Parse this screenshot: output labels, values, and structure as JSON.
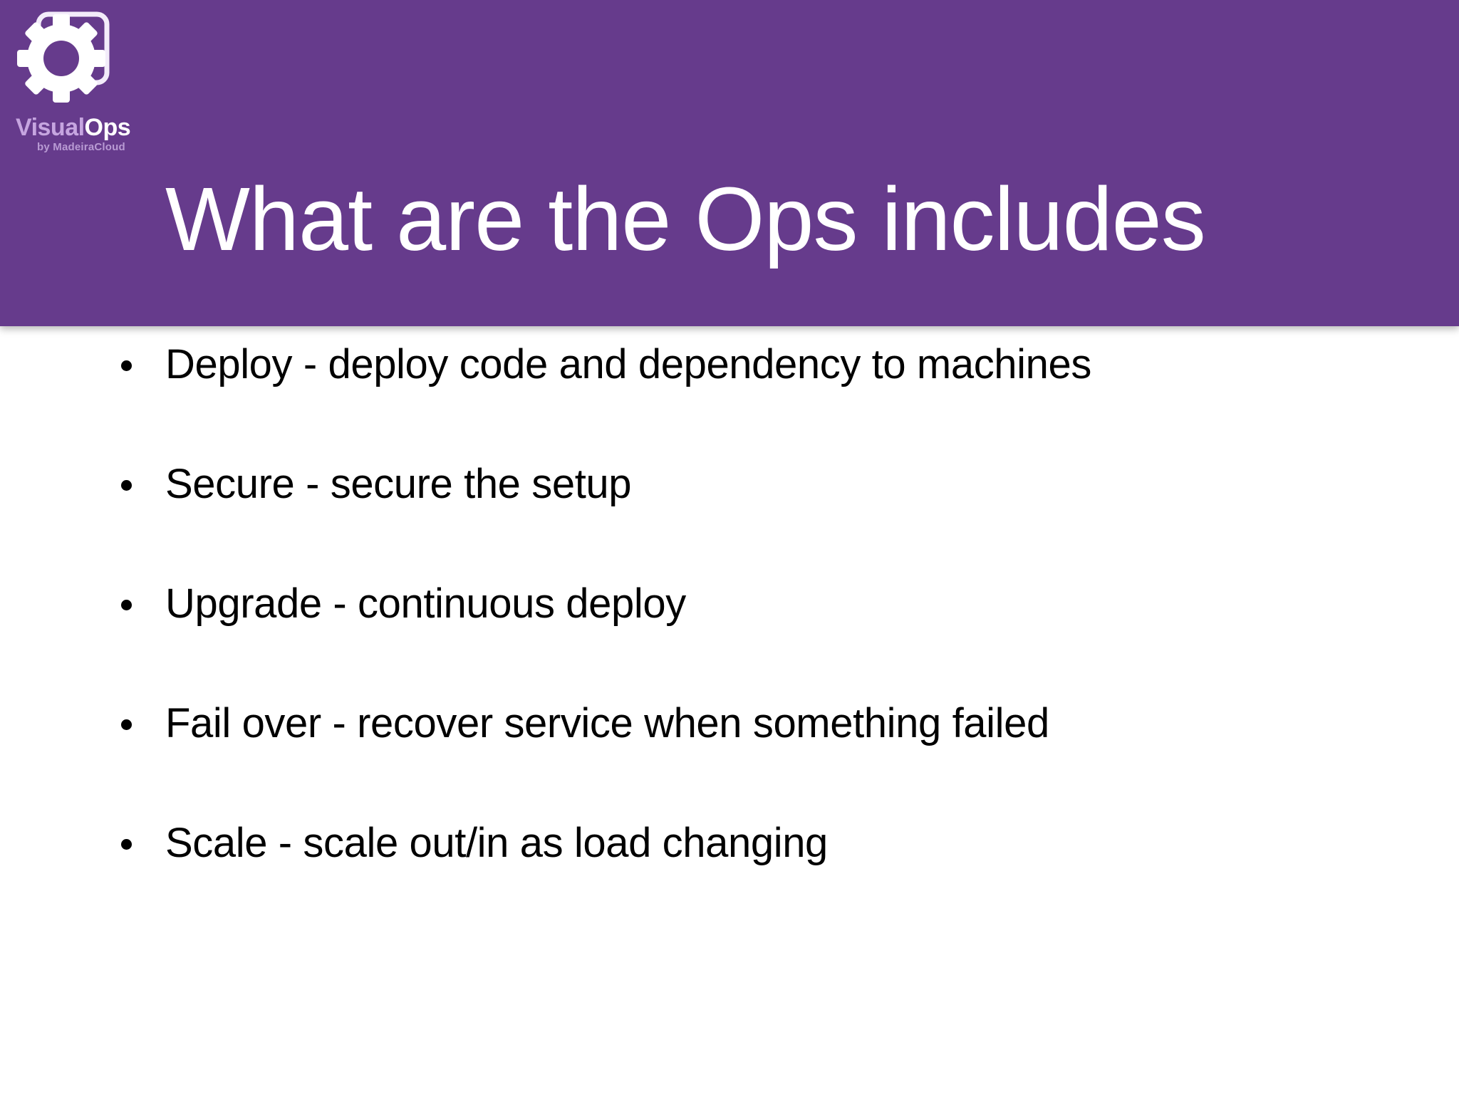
{
  "slide": {
    "title": "What are the Ops includes",
    "background_color": "#FFFFFF",
    "band_color": "#663B8C",
    "title_color": "#FFFFFF",
    "body_text_color": "#000000"
  },
  "logo": {
    "icon": "gear-in-rounded-square-icon",
    "wordmark_part1": "Visual",
    "wordmark_part2": "Ops",
    "tagline": "by MadeiraCloud",
    "wordmark_part1_color": "#C6A5E0",
    "wordmark_part2_color": "#FFFFFF",
    "tagline_color": "#B99BD4"
  },
  "bullets": [
    {
      "text": "Deploy - deploy code and dependency to machines"
    },
    {
      "text": "Secure - secure the setup"
    },
    {
      "text": "Upgrade - continuous deploy"
    },
    {
      "text": "Fail over - recover service when something failed"
    },
    {
      "text": "Scale - scale out/in as load changing"
    }
  ]
}
